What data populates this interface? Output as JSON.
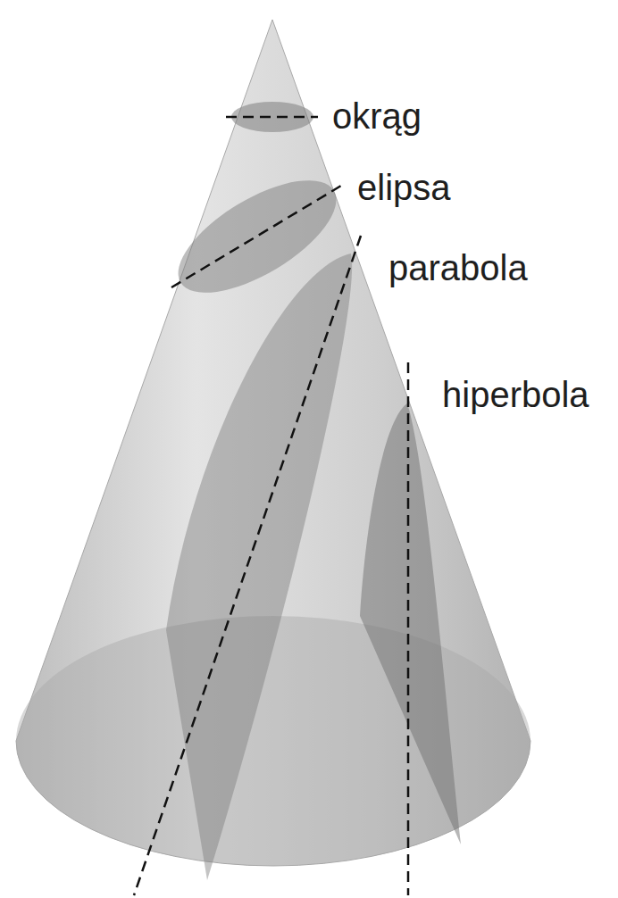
{
  "diagram": {
    "labels": [
      "okrąg",
      "elipsa",
      "parabola",
      "hiperbola"
    ]
  }
}
